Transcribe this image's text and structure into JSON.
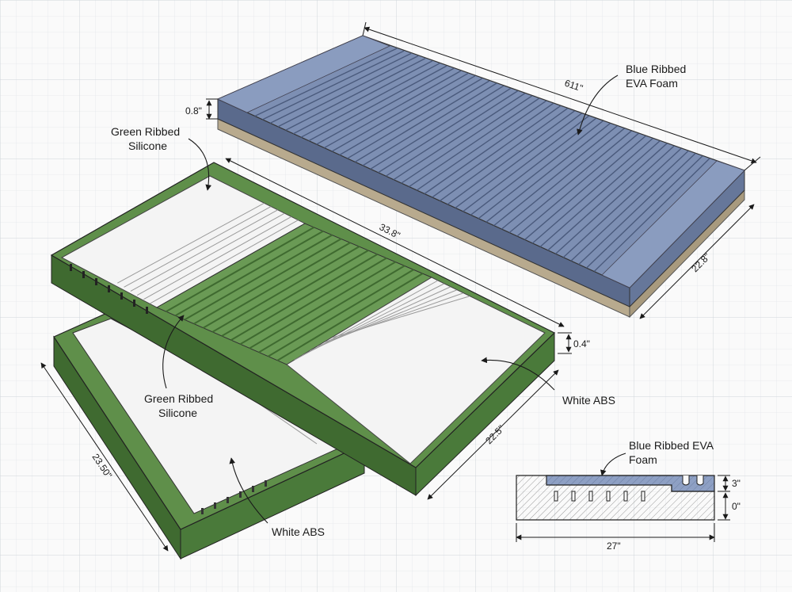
{
  "labels": {
    "blue_foam_top_l1": "Blue Ribbed",
    "blue_foam_top_l2": "EVA Foam",
    "green_silicone_top_l1": "Green Ribbed",
    "green_silicone_top_l2": "Silicone",
    "green_silicone_mid_l1": "Green Ribbed",
    "green_silicone_mid_l2": "Silicone",
    "white_abs_right": "White ABS",
    "white_abs_bottom": "White ABS",
    "section_l1": "Blue Ribbed EVA",
    "section_l2": "Foam"
  },
  "dimensions": {
    "blue_length": "611\"",
    "blue_width": "22.8\"",
    "blue_thickness": "0.8\"",
    "green_length": "33.8\"",
    "green_width": "22.5\"",
    "green_thickness": "0.4\"",
    "bottom_length": "23.50\"",
    "section_width": "27\"",
    "section_top": "3\"",
    "section_bottom": "0\""
  },
  "colors": {
    "blue_foam": "#7d8fb3",
    "blue_foam_dark": "#5a6a8c",
    "green_silicone": "#5f8f4a",
    "green_dark": "#3f6a30",
    "white_abs": "#f4f4f4",
    "base_tan": "#b8aa8e",
    "grid": "#d9dde2"
  }
}
